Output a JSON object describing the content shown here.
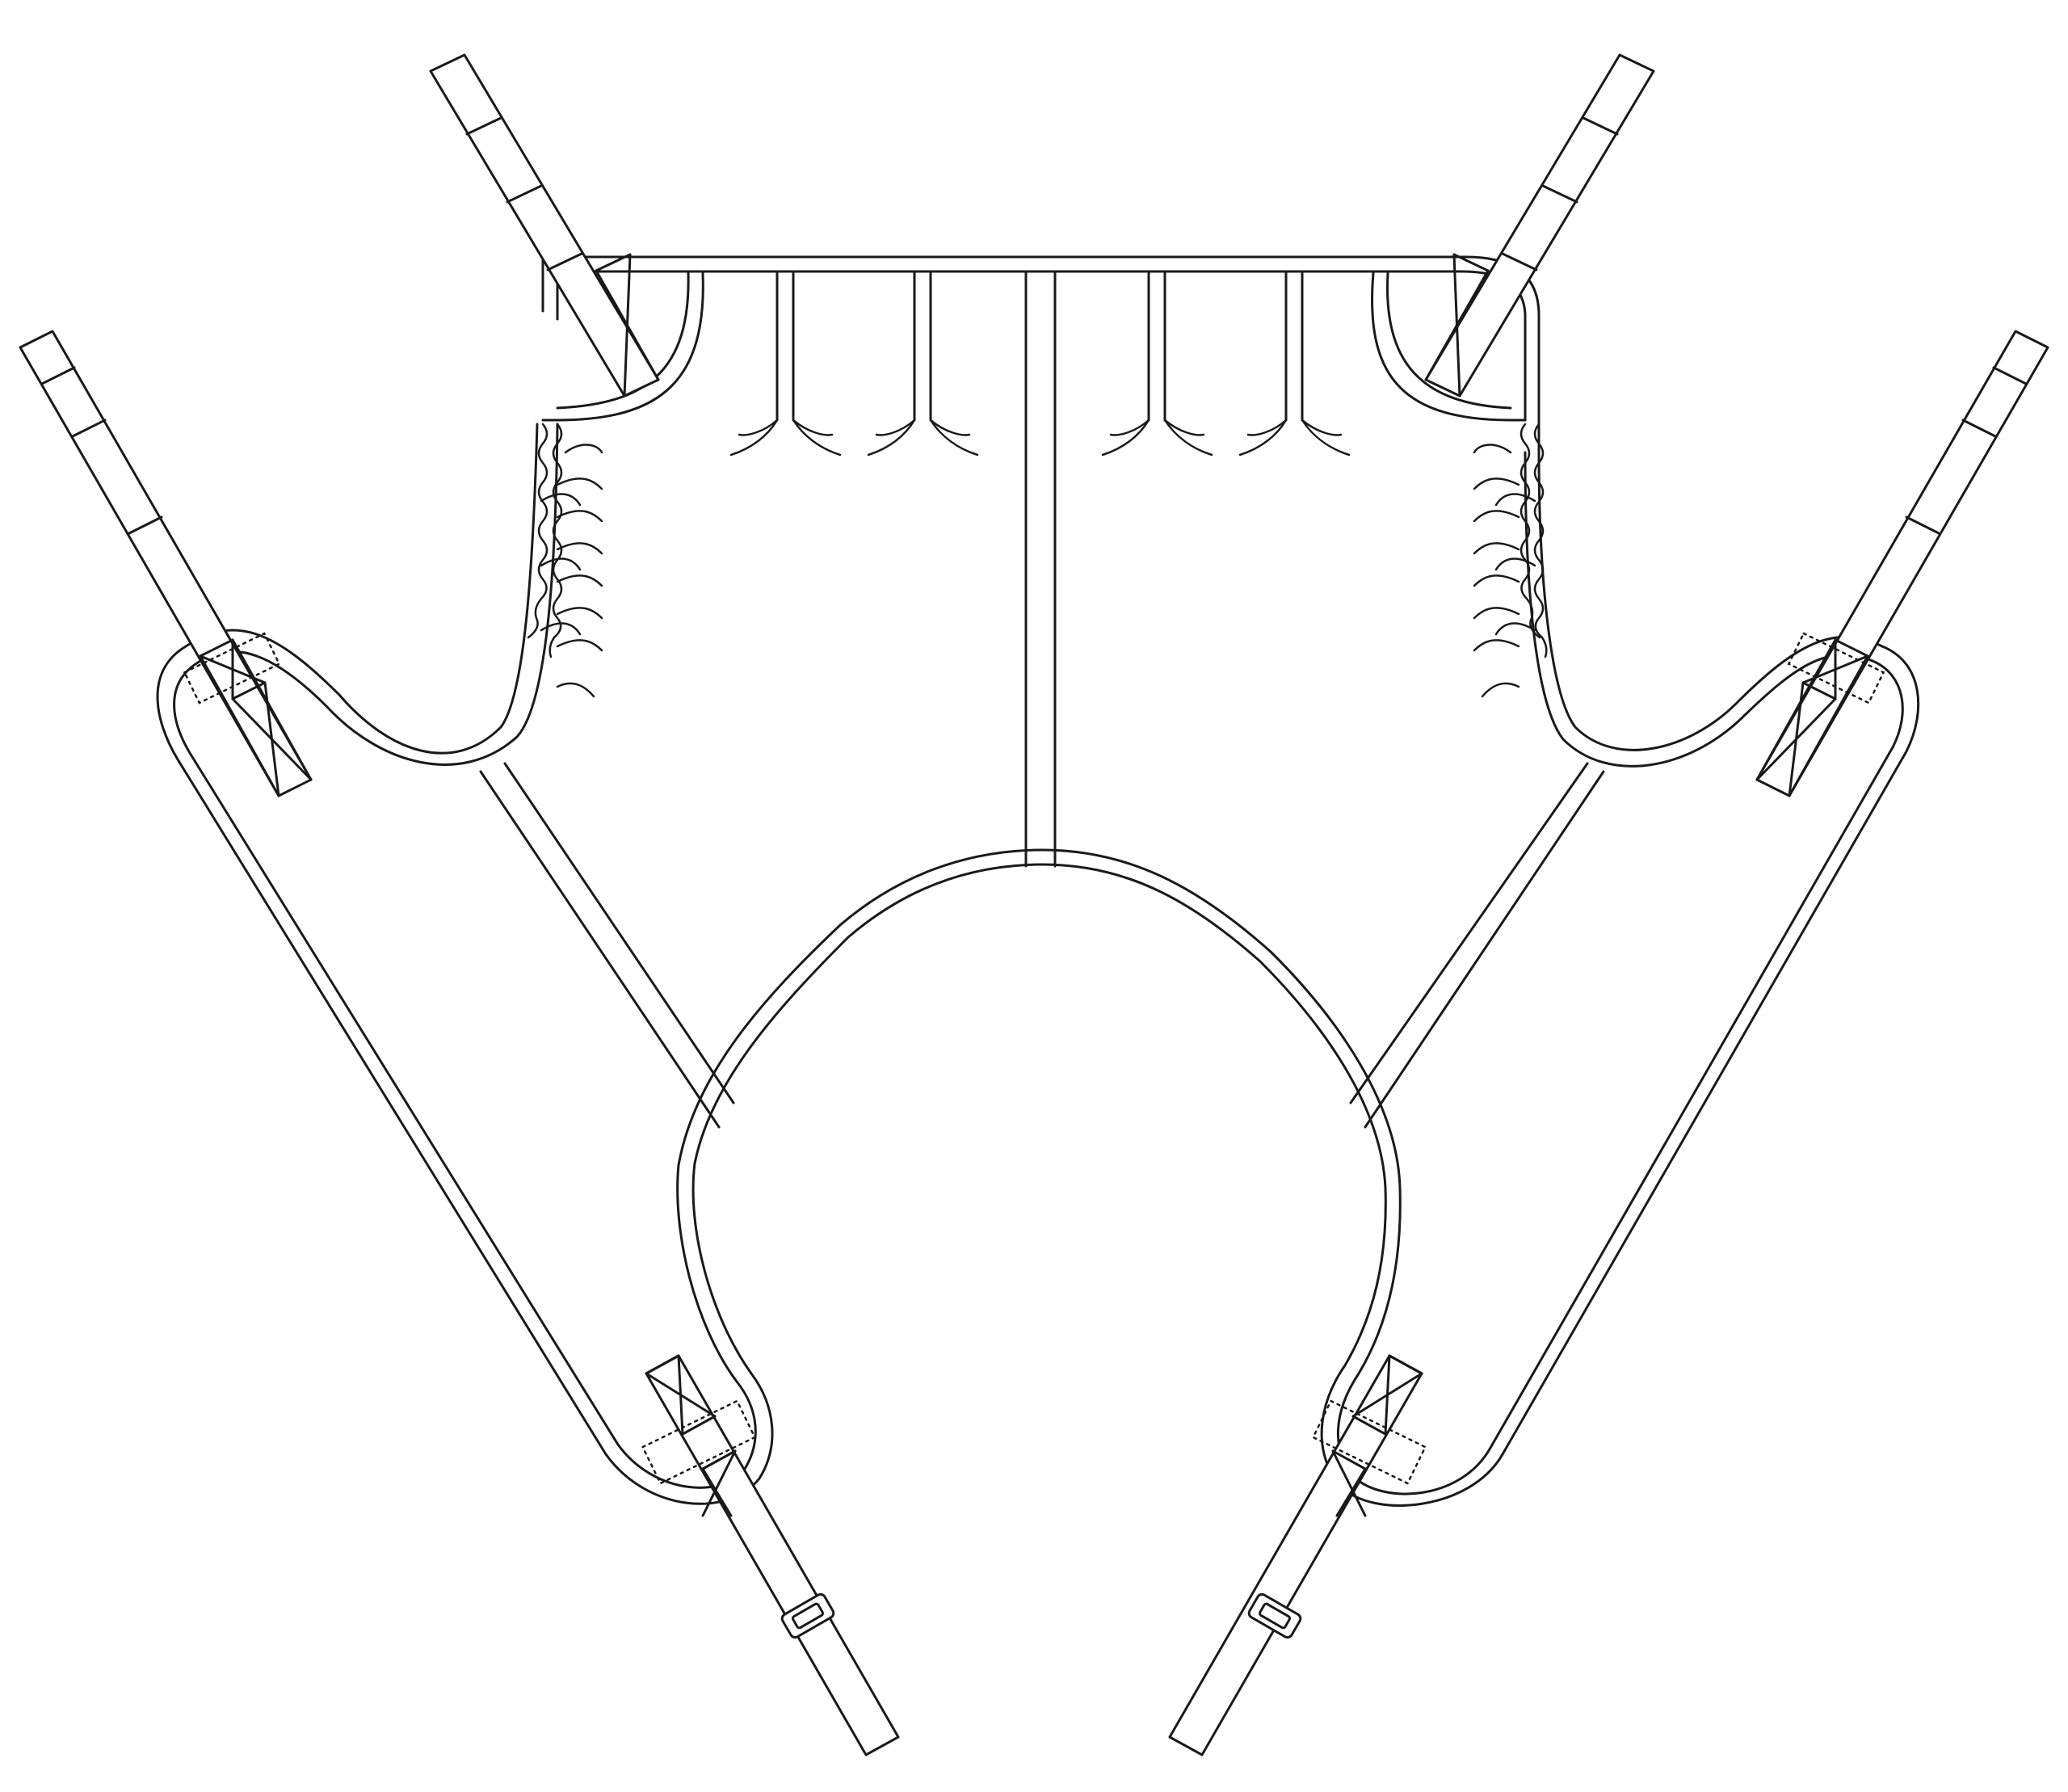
{
  "figure": {
    "subject": "patient-lift-sling",
    "view": "unfolded-flat",
    "colors": {
      "line": "#1a1a1a",
      "background": "#ffffff"
    },
    "parts": {
      "straps": [
        "upper-left-shoulder-strap",
        "upper-right-shoulder-strap",
        "left-side-strap",
        "right-side-strap",
        "lower-left-leg-strap",
        "lower-right-leg-strap"
      ],
      "buckles": 2,
      "gathered_edges": 2,
      "darts": 4
    }
  }
}
